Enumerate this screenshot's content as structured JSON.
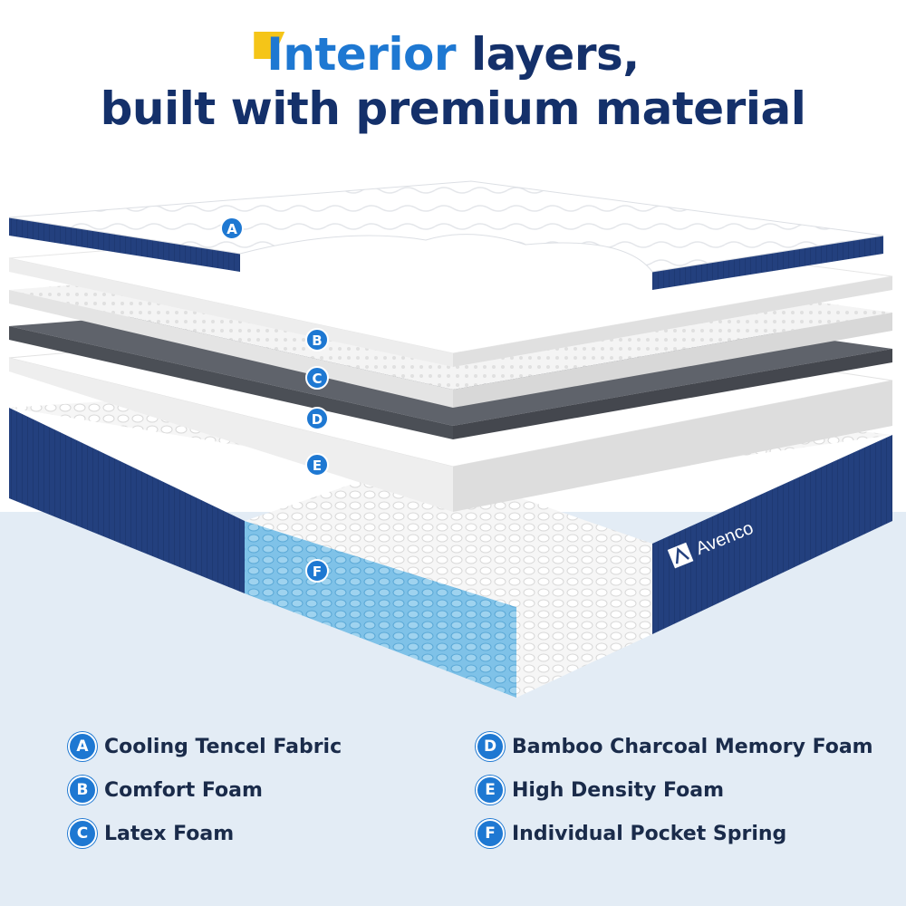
{
  "headline": {
    "accent_word": "Interior",
    "line1_rest": " layers,",
    "line2": "built with premium material"
  },
  "brand": {
    "name": "Avenco",
    "logo_icon": "triangle-a-logo-icon"
  },
  "layer_markers": [
    "A",
    "B",
    "C",
    "D",
    "E",
    "F"
  ],
  "legend": [
    {
      "letter": "A",
      "label": "Cooling Tencel Fabric"
    },
    {
      "letter": "B",
      "label": "Comfort Foam"
    },
    {
      "letter": "C",
      "label": "Latex Foam"
    },
    {
      "letter": "D",
      "label": "Bamboo Charcoal Memory Foam"
    },
    {
      "letter": "E",
      "label": "High Density Foam"
    },
    {
      "letter": "F",
      "label": "Individual Pocket Spring"
    }
  ],
  "colors": {
    "navy": "#14306a",
    "accent_blue": "#1e78d2",
    "yellow": "#f5c518",
    "fabric_blue": "#23407e",
    "spring_blue": "#5fb3e0",
    "charcoal": "#5a5e66",
    "panel_bg": "#e3ecf5"
  }
}
